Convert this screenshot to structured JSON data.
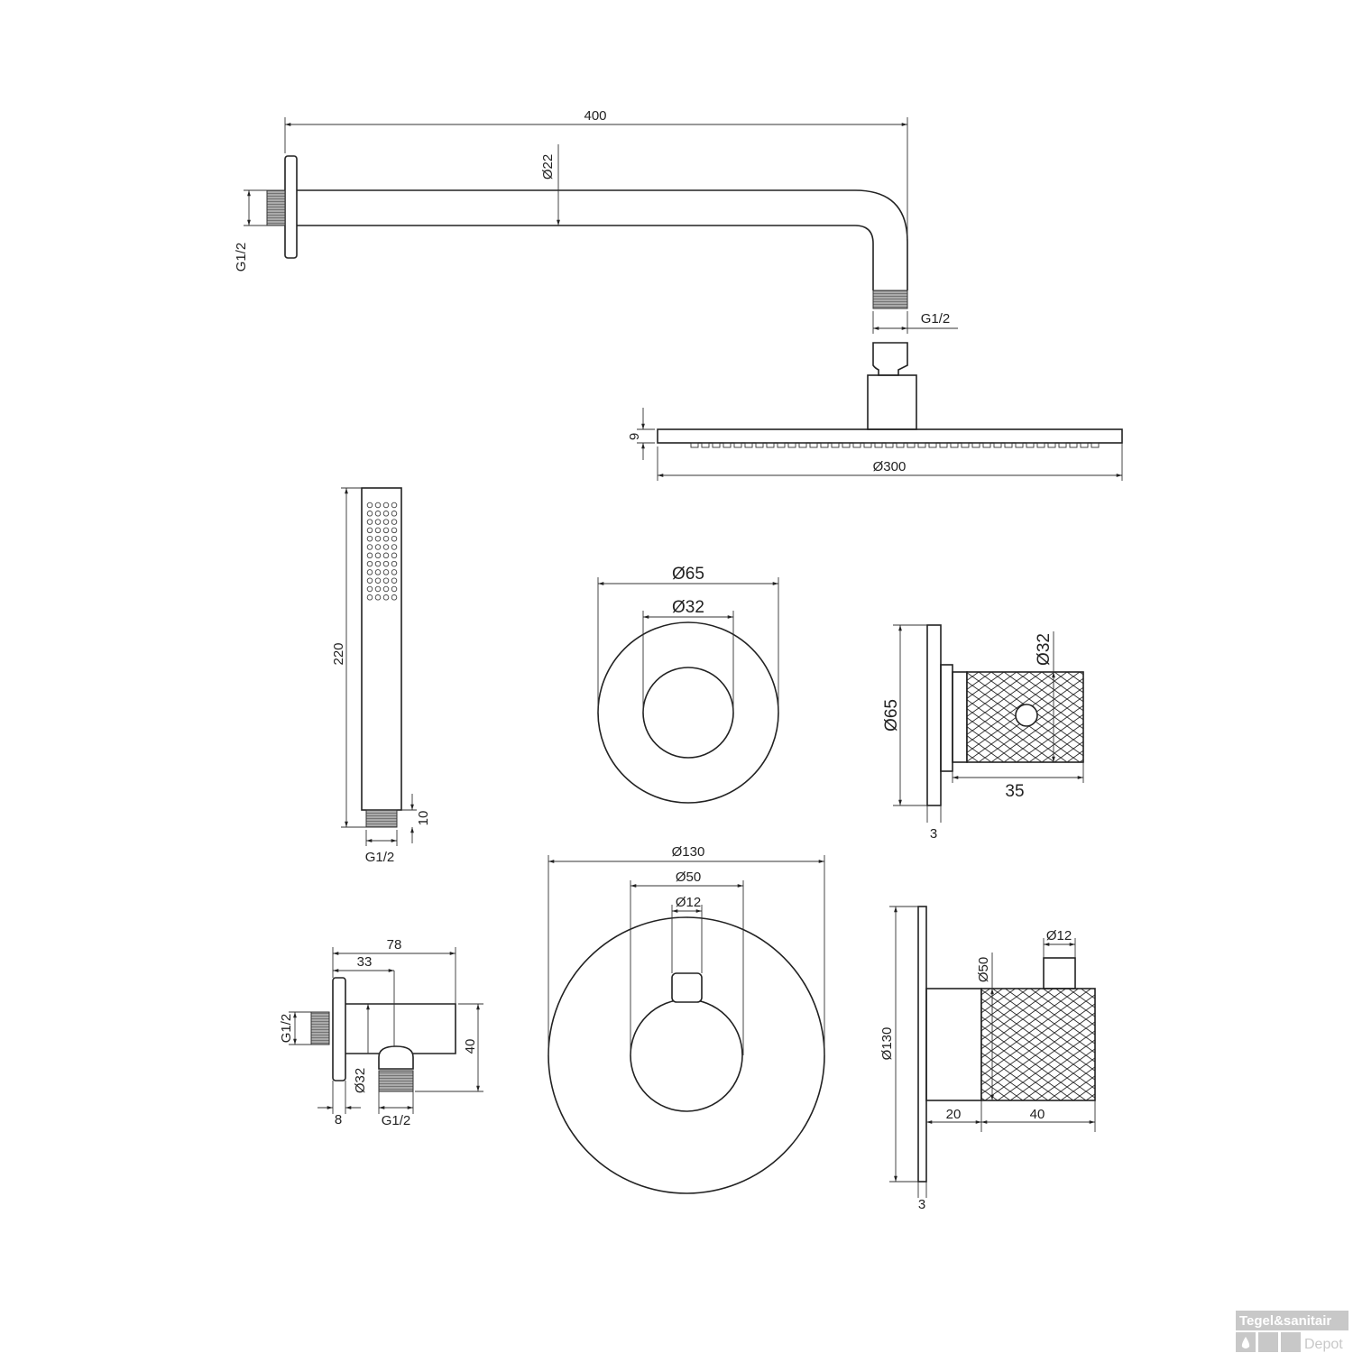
{
  "shower_arm": {
    "length": "400",
    "diameter": "Ø22",
    "wall_thread": "G1/2",
    "outlet_thread": "G1/2"
  },
  "rain_shower": {
    "thickness": "9",
    "diameter": "Ø300"
  },
  "hand_shower": {
    "length": "220",
    "thread_length": "10",
    "thread": "G1/2"
  },
  "stop_valve_front": {
    "rosette": "Ø65",
    "knob": "Ø32"
  },
  "stop_valve_side": {
    "rosette": "Ø65",
    "knob": "Ø32",
    "depth": "35",
    "plate": "3"
  },
  "thermostat_front": {
    "rosette": "Ø130",
    "knob": "Ø50",
    "lever": "Ø12"
  },
  "thermostat_side": {
    "rosette": "Ø130",
    "knob": "Ø50",
    "lever": "Ø12",
    "body": "20",
    "knob_depth": "40",
    "plate": "3"
  },
  "wall_outlet": {
    "length": "78",
    "outlet_offset": "33",
    "height": "40",
    "diameter": "Ø32",
    "flange": "8",
    "wall_thread": "G1/2",
    "outlet_thread": "G1/2"
  },
  "logo": {
    "line1": "Tegel&sanitair",
    "line2": "Depot",
    "color": "#c8c8c8"
  }
}
